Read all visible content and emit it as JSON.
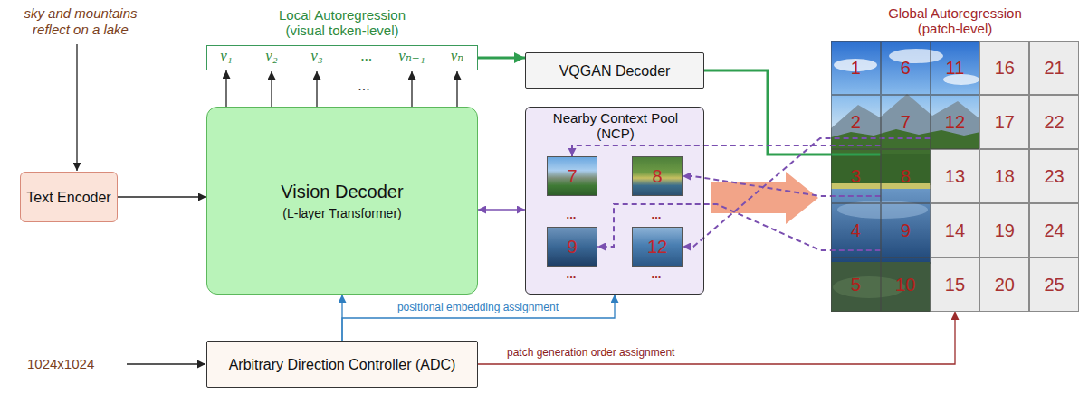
{
  "diagram": {
    "nodes": [
      {
        "text": [
          "Local Autoregression (visual token-level)",
          "v₁",
          "v₂",
          "v₃",
          "...",
          "vₙ₋₁",
          "vₙ"
        ]
      },
      {
        "text": [
          "VQGAN Decoder"
        ]
      },
      {
        "text": [
          "Text Encoder"
        ]
      },
      {
        "text": [
          "Vision Decoder",
          "(L-layer Transformer)"
        ]
      },
      {
        "text": [
          "Nearby Context Pool (NCP)"
        ]
      },
      {
        "text": [
          "7"
        ],
        "in": 4
      },
      {
        "text": [
          "8"
        ],
        "in": 4
      },
      {
        "text": [
          "9"
        ],
        "in": 4
      },
      {
        "text": [
          "12"
        ],
        "in": 4
      },
      {
        "text": [
          "Global Autoregression (patch-level)"
        ]
      },
      {
        "text": [
          "1"
        ],
        "in": 9
      },
      {
        "text": [
          "2"
        ],
        "in": 9
      },
      {
        "text": [
          "3"
        ],
        "in": 9
      },
      {
        "text": [
          "4"
        ],
        "in": 9
      },
      {
        "text": [
          "5"
        ],
        "in": 9
      },
      {
        "text": [
          "6"
        ],
        "in": 9
      },
      {
        "text": [
          "7"
        ],
        "in": 9
      },
      {
        "text": [
          "8"
        ],
        "in": 9
      },
      {
        "text": [
          "9"
        ],
        "in": 9
      },
      {
        "text": [
          "10"
        ],
        "in": 9
      },
      {
        "text": [
          "11"
        ],
        "in": 9
      },
      {
        "text": [
          "12"
        ],
        "in": 9
      },
      {
        "text": [
          "13"
        ],
        "in": 9
      },
      {
        "text": [
          "14"
        ],
        "in": 9
      },
      {
        "text": [
          "15"
        ],
        "in": 9
      },
      {
        "text": [
          "16"
        ],
        "in": 9
      },
      {
        "text": [
          "17"
        ],
        "in": 9
      },
      {
        "text": [
          "18"
        ],
        "in": 9
      },
      {
        "text": [
          "19"
        ],
        "in": 9
      },
      {
        "text": [
          "20"
        ],
        "in": 9
      },
      {
        "text": [
          "21"
        ],
        "in": 9
      },
      {
        "text": [
          "22"
        ],
        "in": 9
      },
      {
        "text": [
          "23"
        ],
        "in": 9
      },
      {
        "text": [
          "24"
        ],
        "in": 9
      },
      {
        "text": [
          "25"
        ],
        "in": 9
      },
      {
        "text": [
          "Arbitrary Direction Controller (ADC)"
        ]
      }
    ],
    "edges": [
      {
        "from": 2,
        "to": 3,
        "arrow": "to"
      },
      {
        "from": 3,
        "to": 0,
        "arrow": "to"
      },
      {
        "from": 0,
        "to": 1,
        "arrow": "to"
      },
      {
        "from": 1,
        "to": 17,
        "arrow": "none"
      },
      {
        "from": 3,
        "to": 4,
        "arrow": "both"
      },
      {
        "from": 16,
        "to": 5,
        "arrow": "to"
      },
      {
        "from": 17,
        "to": 6,
        "arrow": "to"
      },
      {
        "from": 18,
        "to": 7,
        "arrow": "to"
      },
      {
        "from": 21,
        "to": 8,
        "arrow": "to"
      },
      {
        "from": 35,
        "to": 3,
        "arrow": "to"
      },
      {
        "from": 35,
        "to": 4,
        "label": "positional embedding assignment",
        "arrow": "to"
      },
      {
        "from": 35,
        "to": 24,
        "label": "patch generation order assignment",
        "arrow": "to"
      }
    ],
    "labels": [
      "sky and mountains reflect on a lake",
      "...",
      "1024x1024",
      "...",
      "...",
      "...",
      "..."
    ]
  }
}
